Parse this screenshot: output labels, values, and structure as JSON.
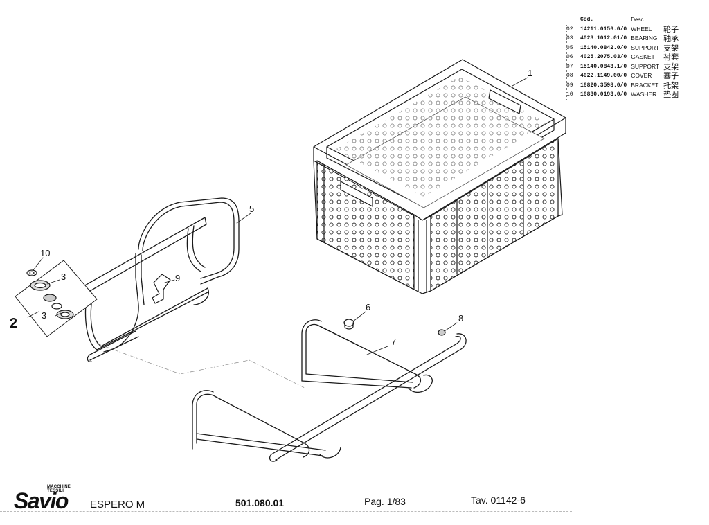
{
  "parts_table": {
    "header": {
      "code": "Cod.",
      "desc": "Desc."
    },
    "rows": [
      {
        "pos": "02",
        "code": "14211.0156.0/0",
        "desc": "WHEEL",
        "cn": "轮子"
      },
      {
        "pos": "03",
        "code": "4023.1012.01/0",
        "desc": "BEARING",
        "cn": "轴承"
      },
      {
        "pos": "05",
        "code": "15140.0842.0/0",
        "desc": "SUPPORT",
        "cn": "支架"
      },
      {
        "pos": "06",
        "code": "4025.2075.03/0",
        "desc": "GASKET",
        "cn": "衬套"
      },
      {
        "pos": "07",
        "code": "15140.0843.1/0",
        "desc": "SUPPORT",
        "cn": "支架"
      },
      {
        "pos": "08",
        "code": "4022.1149.00/0",
        "desc": "COVER",
        "cn": "塞子"
      },
      {
        "pos": "09",
        "code": "16820.3598.0/0",
        "desc": "BRACKET",
        "cn": "托架"
      },
      {
        "pos": "10",
        "code": "16830.0193.0/0",
        "desc": "WASHER",
        "cn": "垫圈"
      }
    ]
  },
  "callouts": {
    "c1": "1",
    "c2": "2",
    "c3a": "3",
    "c3b": "3",
    "c5": "5",
    "c6": "6",
    "c7": "7",
    "c8": "8",
    "c9": "9",
    "c10": "10"
  },
  "footer": {
    "logo_small": "MACCHINE TESSILI",
    "logo": "Savio",
    "model": "ESPERO M",
    "number": "501.080.01",
    "page": "Pag. 1/83",
    "table": "Tav. 01142-6"
  }
}
